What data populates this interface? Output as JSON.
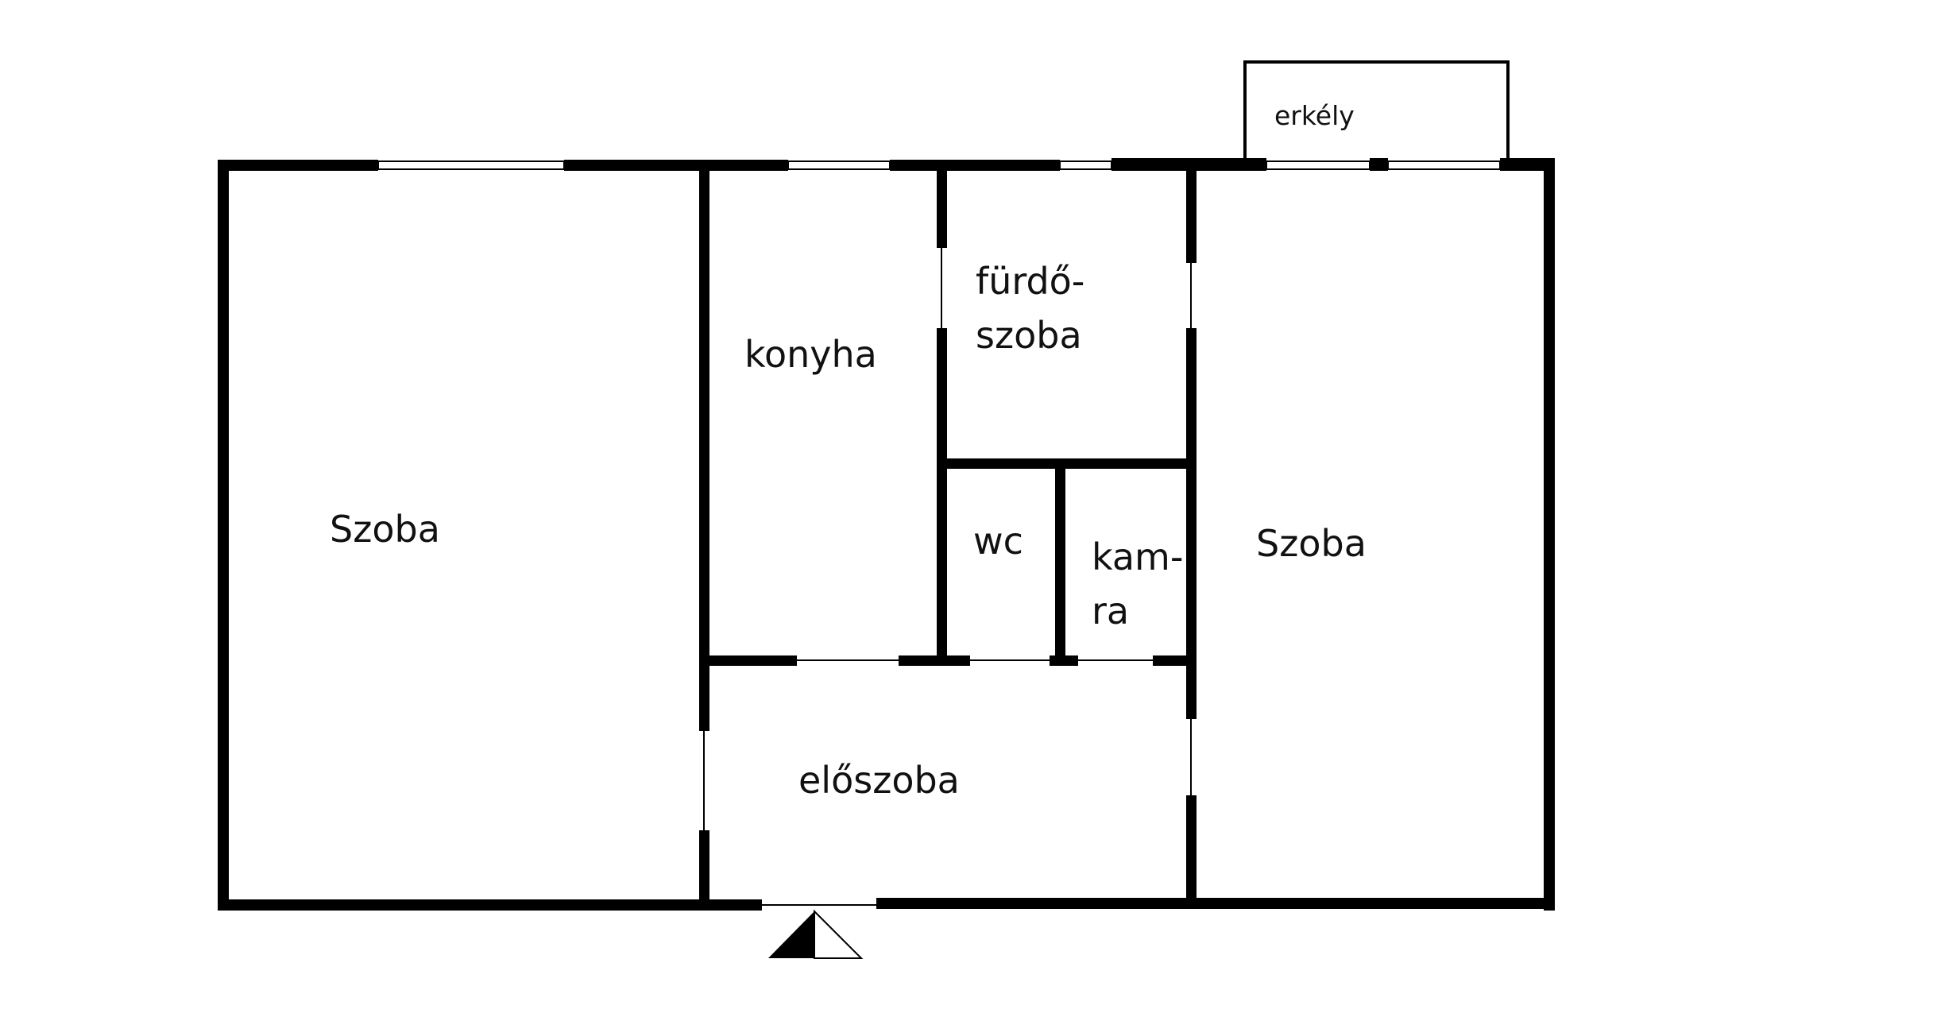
{
  "plan": {
    "rooms": {
      "szoba_left": "Szoba",
      "konyha": "konyha",
      "furdo_line1": "fürdő-",
      "furdo_line2": "szoba",
      "wc": "wc",
      "kamra_line1": "kam-",
      "kamra_line2": "ra",
      "szoba_right": "Szoba",
      "eloszoba": "előszoba",
      "erkely": "erkély"
    },
    "colors": {
      "wall": "#000000",
      "background": "#ffffff"
    }
  }
}
